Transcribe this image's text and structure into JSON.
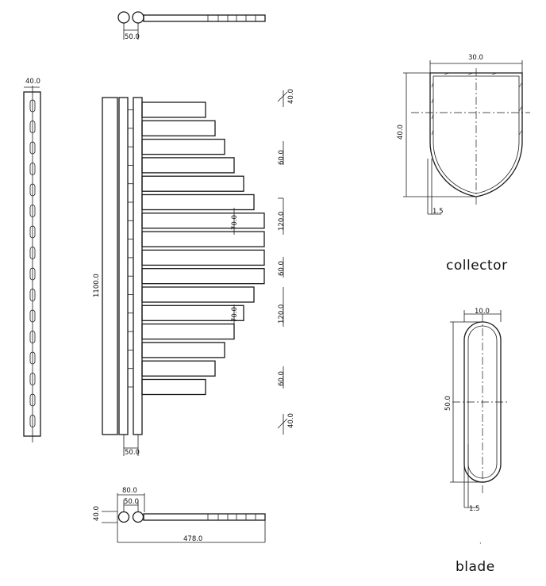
{
  "dimensions": {
    "top_view_spacing": "50.0",
    "side_width": "40.0",
    "height_total": "1100.0",
    "blade_top": "40.0",
    "blade_pitch_a": "60.0",
    "blade_gap_a": "70.0",
    "blade_pitch_b": "120.0",
    "blade_pitch_c": "60.0",
    "blade_gap_b": "70.0",
    "blade_pitch_d": "120.0",
    "blade_pitch_e": "60.0",
    "blade_bottom": "40.0",
    "front_base_spacing": "50.0",
    "bottom_outer": "80.0",
    "bottom_inner": "50.0",
    "bottom_depth": "40.0",
    "bottom_length": "478.0",
    "collector_width": "30.0",
    "collector_height": "40.0",
    "collector_wall": "1.5",
    "blade_width": "10.0",
    "blade_height": "50.0",
    "blade_wall": "1.5"
  },
  "labels": {
    "collector": "collector",
    "blade": "blade"
  },
  "blades": [
    {
      "length": 80
    },
    {
      "length": 92
    },
    {
      "length": 104
    },
    {
      "length": 116
    },
    {
      "length": 128
    },
    {
      "length": 141
    },
    {
      "length": 154
    },
    {
      "length": 154
    },
    {
      "length": 154
    },
    {
      "length": 154
    },
    {
      "length": 141
    },
    {
      "length": 128
    },
    {
      "length": 116
    },
    {
      "length": 104
    },
    {
      "length": 92
    },
    {
      "length": 80
    }
  ]
}
